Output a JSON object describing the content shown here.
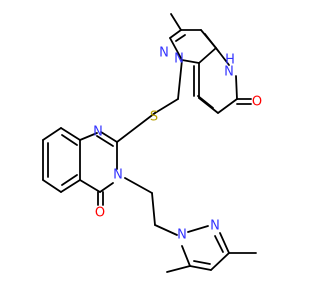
{
  "molecule": {
    "atom_labels": [
      {
        "id": "n_pz_top",
        "text": "N",
        "color": "#3333ff"
      },
      {
        "id": "n_pz_bridge",
        "text": "N",
        "color": "#3333ff"
      },
      {
        "id": "nh_pyrimidinone",
        "text": "N",
        "color": "#3333ff"
      },
      {
        "id": "h_pyrimidinone",
        "text": "H",
        "color": "#3333ff"
      },
      {
        "id": "o_pyrimidinone",
        "text": "O",
        "color": "#ff0000"
      },
      {
        "id": "s_thioether",
        "text": "S",
        "color": "#b8a000"
      },
      {
        "id": "n_quin_1",
        "text": "N",
        "color": "#3333ff"
      },
      {
        "id": "n_quin_3",
        "text": "N",
        "color": "#3333ff"
      },
      {
        "id": "o_quinazolinone",
        "text": "O",
        "color": "#ff0000"
      },
      {
        "id": "n_dmp_1",
        "text": "N",
        "color": "#3333ff"
      },
      {
        "id": "n_dmp_2",
        "text": "N",
        "color": "#3333ff"
      }
    ]
  }
}
